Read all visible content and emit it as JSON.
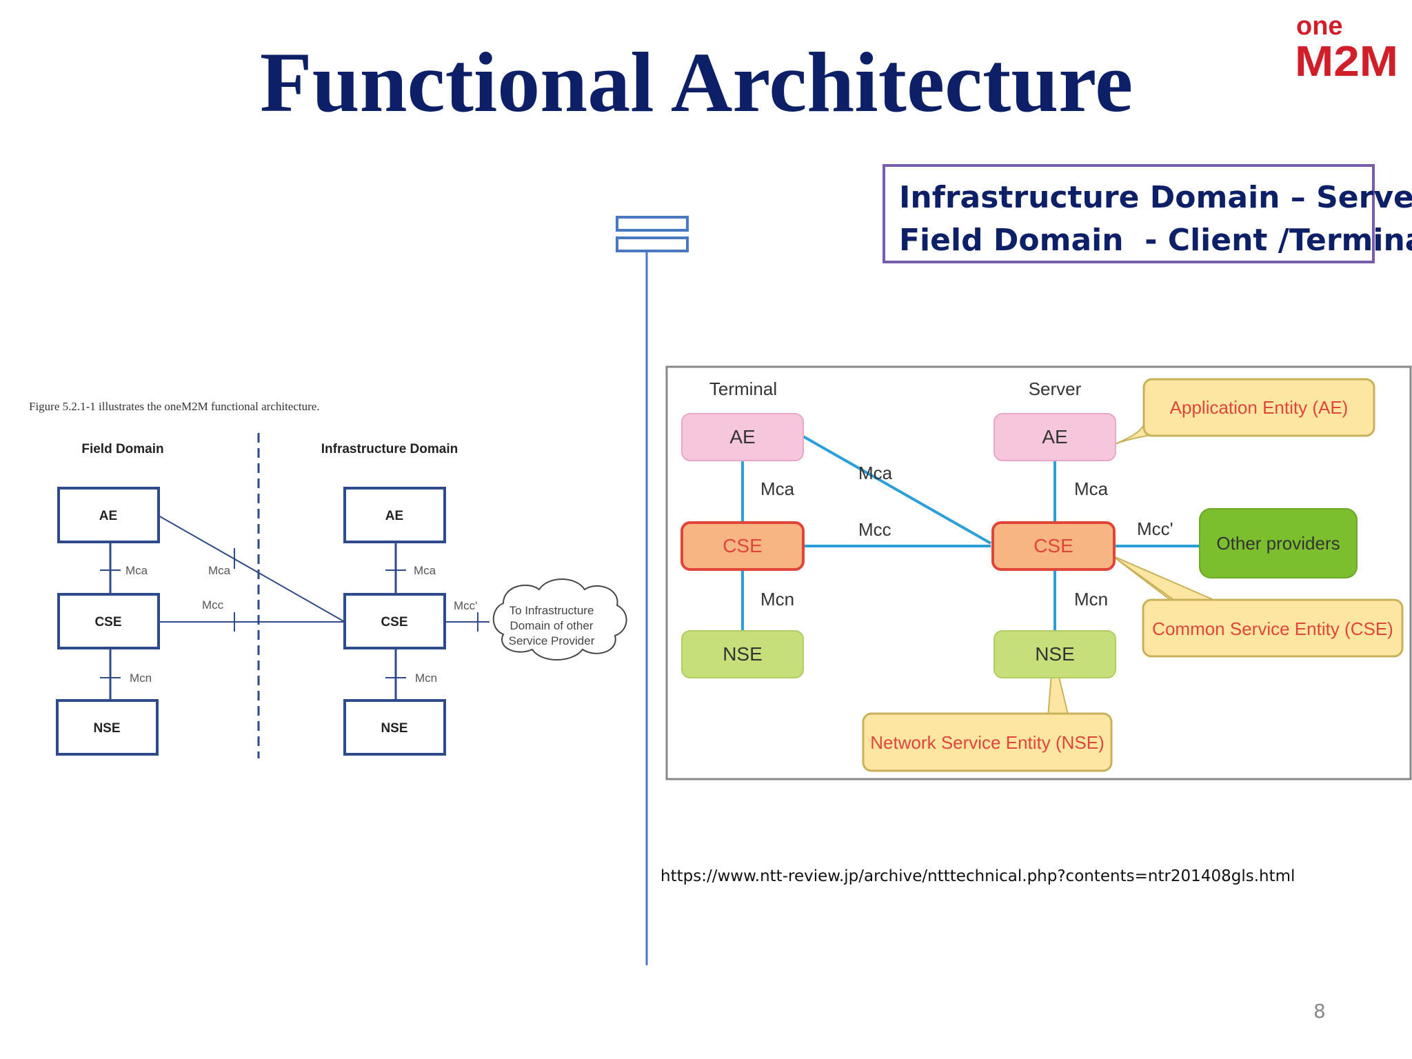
{
  "slide": {
    "title": "Functional Architecture",
    "page_number": "8",
    "source_url": "https://www.ntt-review.jp/archive/ntttechnical.php?contents=ntr201408gls.html"
  },
  "logo": {
    "top": "one",
    "bottom": "M2M",
    "color": "#d11f2a"
  },
  "domain_note": {
    "line1": "Infrastructure Domain – Server",
    "line2": "Field Domain  - Client /Terminal"
  },
  "left_figure": {
    "caption": "Figure 5.2.1-1 illustrates the oneM2M functional architecture.",
    "field_domain": "Field Domain",
    "infrastructure_domain": "Infrastructure Domain",
    "field_nodes": {
      "ae": "AE",
      "cse": "CSE",
      "nse": "NSE"
    },
    "infra_nodes": {
      "ae": "AE",
      "cse": "CSE",
      "nse": "NSE"
    },
    "ref_points": {
      "field_mca": "Mca",
      "field_mcn": "Mcn",
      "cross_mca": "Mca",
      "cross_mcc": "Mcc",
      "infra_mca": "Mca",
      "infra_mcn": "Mcn",
      "mcc_prime": "Mcc'"
    },
    "cloud": {
      "line1": "To Infrastructure",
      "line2": "Domain of other",
      "line3": "Service Provider"
    }
  },
  "right_figure": {
    "terminal_label": "Terminal",
    "server_label": "Server",
    "terminal_nodes": {
      "ae": "AE",
      "cse": "CSE",
      "nse": "NSE"
    },
    "server_nodes": {
      "ae": "AE",
      "cse": "CSE",
      "nse": "NSE"
    },
    "ref_points": {
      "terminal_mca": "Mca",
      "terminal_mcn": "Mcn",
      "cross_mca": "Mca",
      "cross_mcc": "Mcc",
      "server_mca": "Mca",
      "server_mcn": "Mcn",
      "mcc_prime": "Mcc'"
    },
    "other_providers": "Other providers",
    "callouts": {
      "ae": "Application Entity (AE)",
      "cse": "Common Service Entity (CSE)",
      "nse": "Network Service Entity (NSE)"
    },
    "colors": {
      "ae_fill": "#f6c6dc",
      "cse_fill": "#f7b584",
      "cse_stroke": "#e0453a",
      "nse_fill": "#c6df7a",
      "other_fill": "#7cbf2e",
      "callout_fill": "#fde6a1",
      "link": "#2d9fd8"
    }
  }
}
